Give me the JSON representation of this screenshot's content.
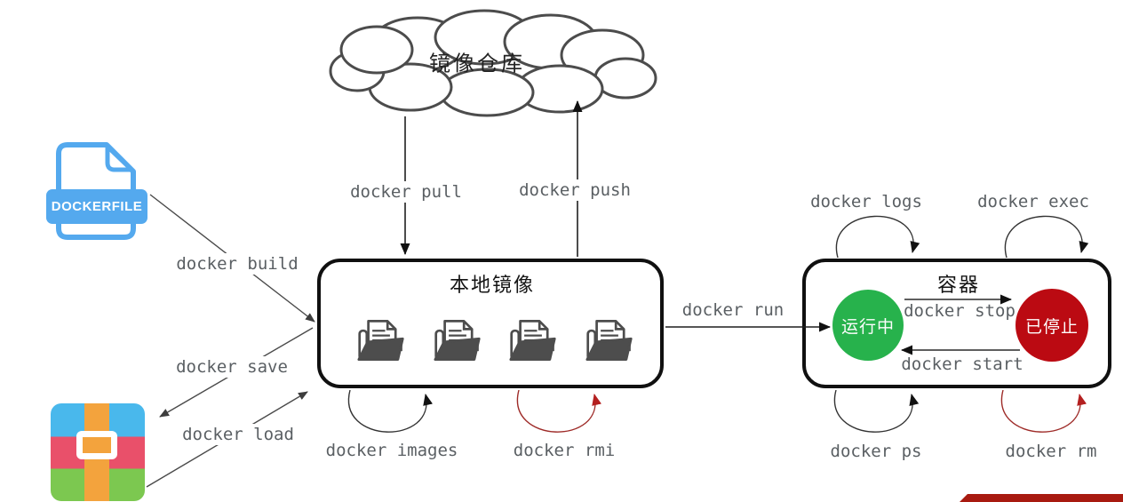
{
  "diagram": {
    "registry_cloud": {
      "label": "镜像仓库"
    },
    "dockerfile": {
      "label": "DOCKERFILE"
    },
    "local_images": {
      "title": "本地镜像"
    },
    "container": {
      "title": "容器",
      "running": {
        "label": "运行中"
      },
      "stopped": {
        "label": "已停止"
      }
    },
    "commands": {
      "pull": "docker pull",
      "push": "docker push",
      "build": "docker build",
      "save": "docker save",
      "load": "docker load",
      "run": "docker run",
      "stop": "docker stop",
      "start": "docker start",
      "logs": "docker logs",
      "exec": "docker exec",
      "images": "docker images",
      "rmi": "docker rmi",
      "ps": "docker ps",
      "rm": "docker rm"
    },
    "colors": {
      "running_green": "#27b24c",
      "stopped_red": "#bb0a12",
      "dockerfile_blue": "#54a9ee",
      "archive_blue": "#49b8ec",
      "archive_red": "#e9506a",
      "archive_green": "#7cc850",
      "archive_orange": "#f3a33d",
      "remove_arrow_red": "#9e2b28",
      "bottom_bar_red": "#a81a10"
    }
  }
}
